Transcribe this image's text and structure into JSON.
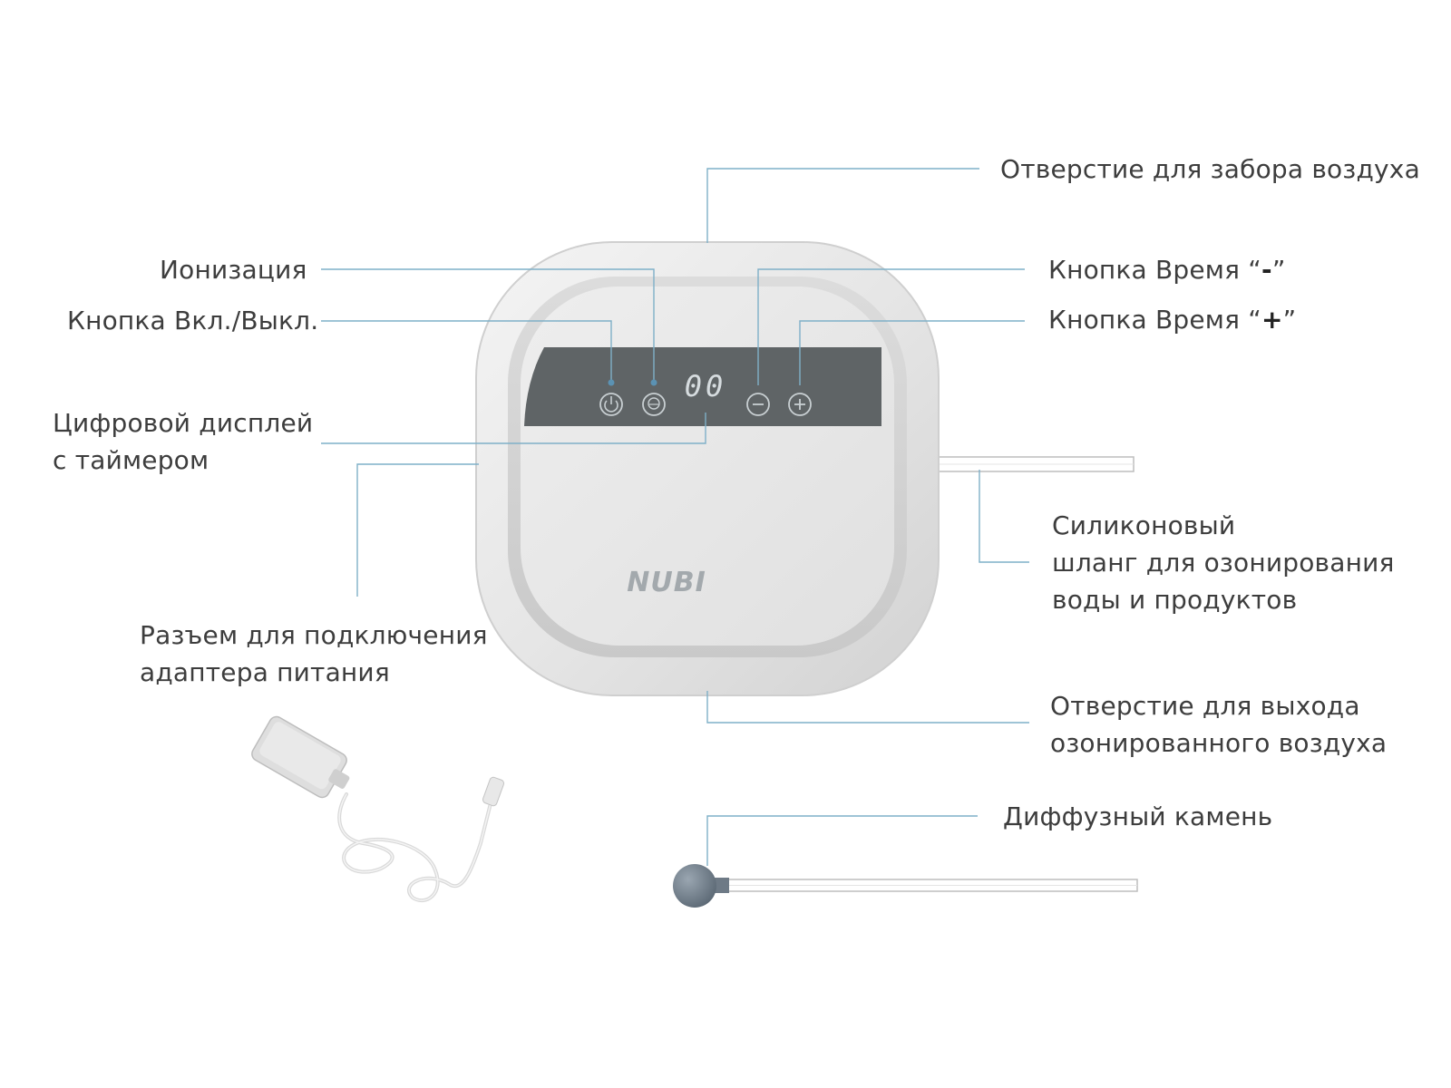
{
  "device": {
    "brand": "NUBI",
    "display_value": "00"
  },
  "labels": {
    "air_intake": "Отверстие для забора воздуха",
    "ionization": "Ионизация",
    "power_button": "Кнопка Вкл./Выкл.",
    "time_minus_prefix": "Кнопка Время “",
    "time_minus_sign": "-",
    "time_minus_suffix": "”",
    "time_plus_prefix": "Кнопка Время “",
    "time_plus_sign": "+",
    "time_plus_suffix": "”",
    "digital_display_line1": "Цифровой дисплей",
    "digital_display_line2": "с таймером",
    "hose_line1": "Силиконовый",
    "hose_line2": "шланг для озонирования",
    "hose_line3": "воды и продуктов",
    "power_connector_line1": "Разъем для подключения",
    "power_connector_line2": "адаптера питания",
    "air_outlet_line1": "Отверстие для выхода",
    "air_outlet_line2": "озонированного воздуха",
    "diffuser_stone": "Диффузный камень"
  },
  "colors": {
    "leader_line": "#7fb0c8",
    "panel_dark": "#5f6466",
    "body_light": "#ececec",
    "stone": "#6f7c88"
  }
}
